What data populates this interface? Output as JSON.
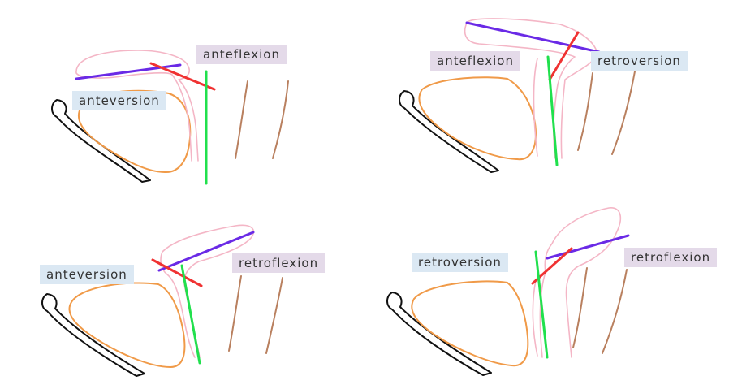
{
  "colors": {
    "uterus_outline": "#f4b6c6",
    "bladder_outline": "#f09a48",
    "pubic_bone": "#111111",
    "rectum_wall": "#b9805f",
    "uterine_axis_line": "#6a2ae6",
    "cervical_axis_line": "#f03232",
    "vaginal_axis_line": "#21e04d",
    "version_label_bg": "#dbe8f3",
    "flexion_label_bg": "#e4dae9"
  },
  "panels": [
    {
      "version_label": "anteversion",
      "flexion_label": "anteflexion"
    },
    {
      "flexion_label": "anteflexion",
      "version_label": "retroversion"
    },
    {
      "version_label": "anteversion",
      "flexion_label": "retroflexion"
    },
    {
      "version_label": "retroversion",
      "flexion_label": "retroflexion"
    }
  ]
}
